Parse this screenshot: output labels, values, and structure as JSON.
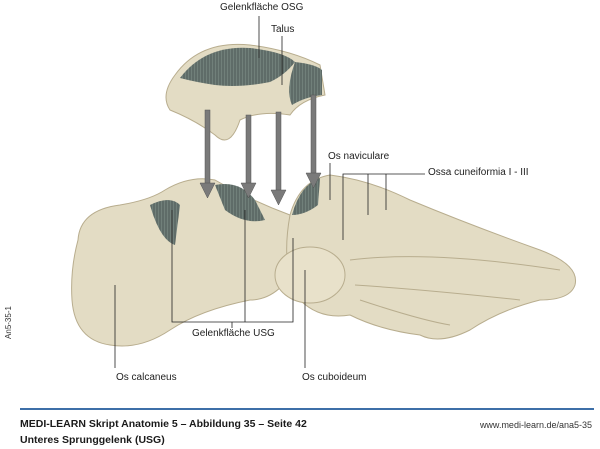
{
  "labels": {
    "gelenkflaeche_osg": "Gelenkfläche OSG",
    "talus": "Talus",
    "os_naviculare": "Os naviculare",
    "ossa_cuneiformia": "Ossa cuneiformia I - III",
    "gelenkflaeche_usg": "Gelenkfläche USG",
    "os_calcaneus": "Os calcaneus",
    "os_cuboideum": "Os cuboideum"
  },
  "side_code": "An5-35-1",
  "footer": {
    "line1": "MEDI-LEARN Skript Anatomie 5 – Abbildung 35 – Seite 42",
    "line2": "Unteres Sprunggelenk (USG)",
    "url": "www.medi-learn.de/ana5-35"
  },
  "colors": {
    "bone": "#e3dcc4",
    "cartilage": "#6f7d78",
    "rule": "#3d6fa8",
    "arrow": "#7a7a7a"
  }
}
